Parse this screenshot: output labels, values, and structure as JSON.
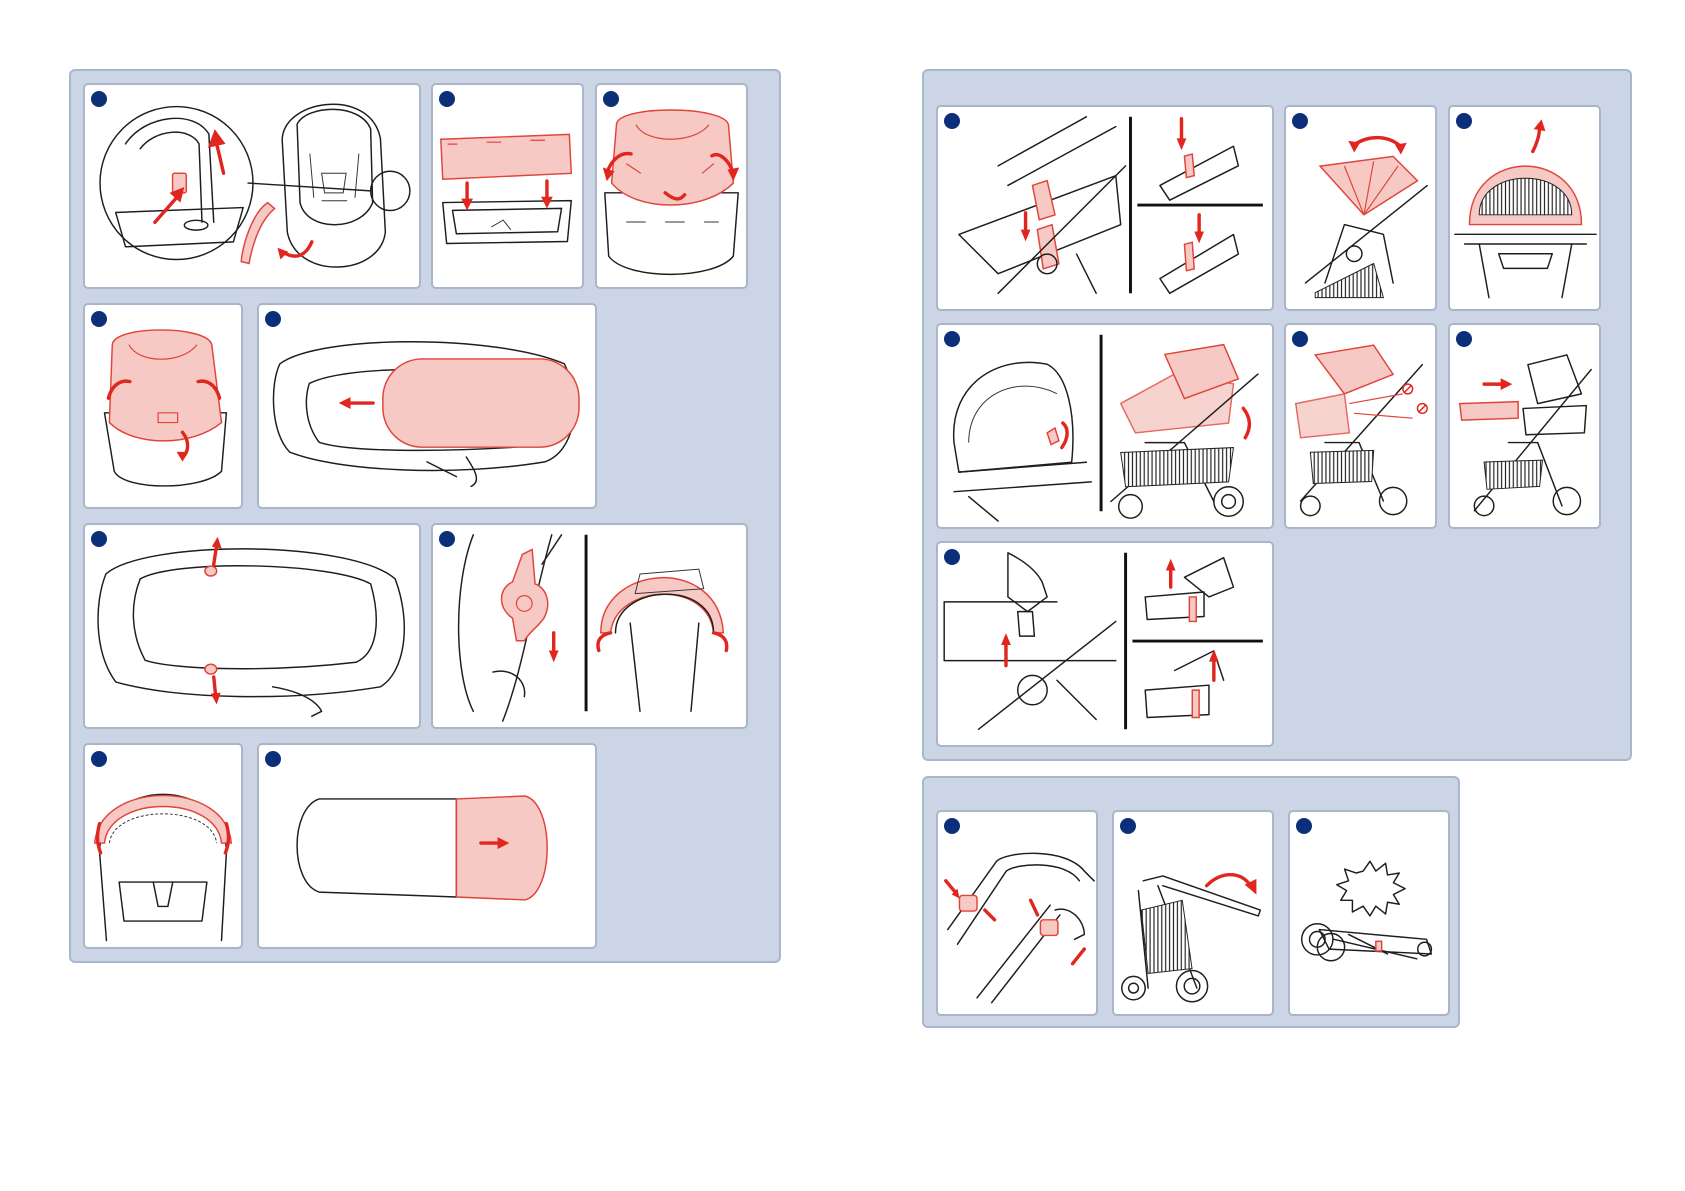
{
  "document": {
    "type": "assembly-instructions-spread",
    "pages": [
      {
        "id": "left-page",
        "groups": [
          {
            "id": "left-group",
            "steps": [
              {
                "id": "l1",
                "icons": [
                  "car-seat-release-icon",
                  "magnifier-detail-icon",
                  "up-arrow-icon",
                  "handle-rotate-icon"
                ]
              },
              {
                "id": "l2",
                "icons": [
                  "carrycot-cover-icon",
                  "down-arrow-icon"
                ]
              },
              {
                "id": "l3",
                "icons": [
                  "carrycot-lining-icon",
                  "fold-arrow-icon"
                ]
              },
              {
                "id": "l4",
                "icons": [
                  "carrycot-lining-icon",
                  "fold-arrow-icon"
                ]
              },
              {
                "id": "l5",
                "icons": [
                  "mattress-slide-icon",
                  "left-arrow-icon"
                ]
              },
              {
                "id": "l6",
                "icons": [
                  "carrycot-top-view-icon",
                  "clip-arrow-icon"
                ]
              },
              {
                "id": "l7",
                "icons": [
                  "hood-clip-icon",
                  "hood-release-icon"
                ]
              },
              {
                "id": "l8",
                "icons": [
                  "hood-frame-icon",
                  "clip-arrow-icon"
                ]
              },
              {
                "id": "l9",
                "icons": [
                  "apron-icon",
                  "right-arrow-icon"
                ]
              }
            ]
          }
        ]
      },
      {
        "id": "right-page",
        "groups": [
          {
            "id": "right-top-group",
            "steps": [
              {
                "id": "r1",
                "icons": [
                  "adapter-insert-icon",
                  "down-arrow-icon"
                ]
              },
              {
                "id": "r2",
                "icons": [
                  "canopy-rotate-icon"
                ]
              },
              {
                "id": "r3",
                "icons": [
                  "canopy-open-icon"
                ]
              },
              {
                "id": "r4",
                "icons": [
                  "canopy-zip-icon",
                  "seat-recline-icon"
                ]
              },
              {
                "id": "r5",
                "icons": [
                  "seat-angle-icon",
                  "not-allowed-icon"
                ]
              },
              {
                "id": "r6",
                "icons": [
                  "carrycot-mount-icon",
                  "right-arrow-icon"
                ]
              },
              {
                "id": "r7",
                "icons": [
                  "adapter-release-icon",
                  "up-arrow-icon"
                ]
              }
            ]
          },
          {
            "id": "right-bottom-group",
            "steps": [
              {
                "id": "r8",
                "icons": [
                  "fold-button-icon",
                  "squeeze-arrow-icon"
                ]
              },
              {
                "id": "r9",
                "icons": [
                  "stroller-fold-icon",
                  "curved-arrow-icon"
                ]
              },
              {
                "id": "r10",
                "icons": [
                  "folded-stroller-icon",
                  "click-burst-icon"
                ]
              }
            ]
          }
        ]
      }
    ]
  },
  "colors": {
    "panel_bg": "#cbd5e5",
    "panel_border": "#a9b7cc",
    "card_bg": "#ffffff",
    "step_marker": "#0b2f78",
    "accent_red": "#e0261f",
    "accent_pink": "#f6c9c4",
    "line": "#1e1e1e"
  }
}
